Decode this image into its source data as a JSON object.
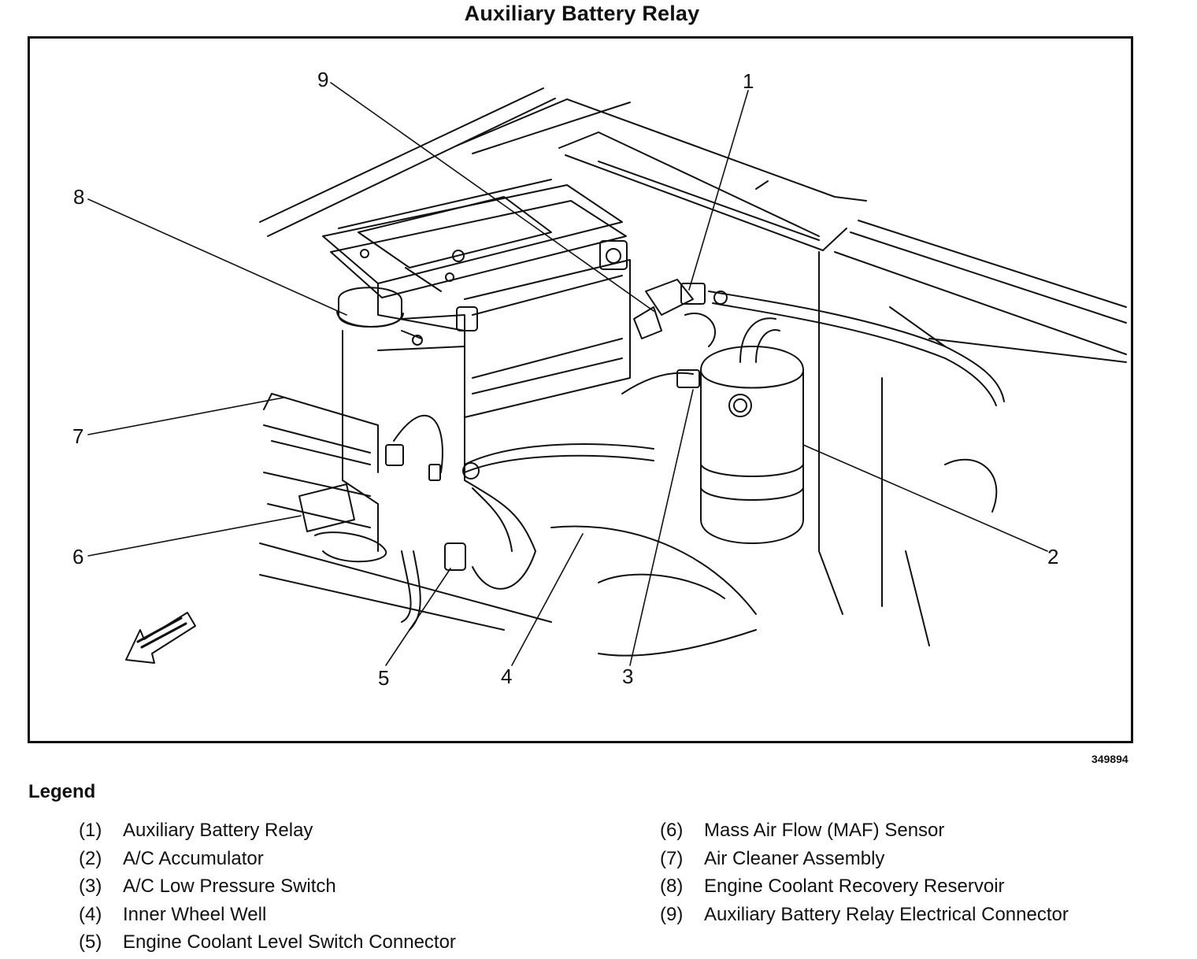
{
  "title": "Auxiliary Battery Relay",
  "figure_number": "349894",
  "callouts": {
    "c1": "1",
    "c2": "2",
    "c3": "3",
    "c4": "4",
    "c5": "5",
    "c6": "6",
    "c7": "7",
    "c8": "8",
    "c9": "9"
  },
  "legend": {
    "heading": "Legend",
    "left": [
      {
        "num": "(1)",
        "label": "Auxiliary Battery Relay"
      },
      {
        "num": "(2)",
        "label": "A/C Accumulator"
      },
      {
        "num": "(3)",
        "label": "A/C Low Pressure Switch"
      },
      {
        "num": "(4)",
        "label": "Inner Wheel Well"
      },
      {
        "num": "(5)",
        "label": "Engine Coolant Level Switch Connector"
      }
    ],
    "right": [
      {
        "num": "(6)",
        "label": "Mass Air Flow (MAF) Sensor"
      },
      {
        "num": "(7)",
        "label": "Air Cleaner Assembly"
      },
      {
        "num": "(8)",
        "label": "Engine Coolant Recovery Reservoir"
      },
      {
        "num": "(9)",
        "label": "Auxiliary Battery Relay Electrical Connector"
      }
    ]
  }
}
